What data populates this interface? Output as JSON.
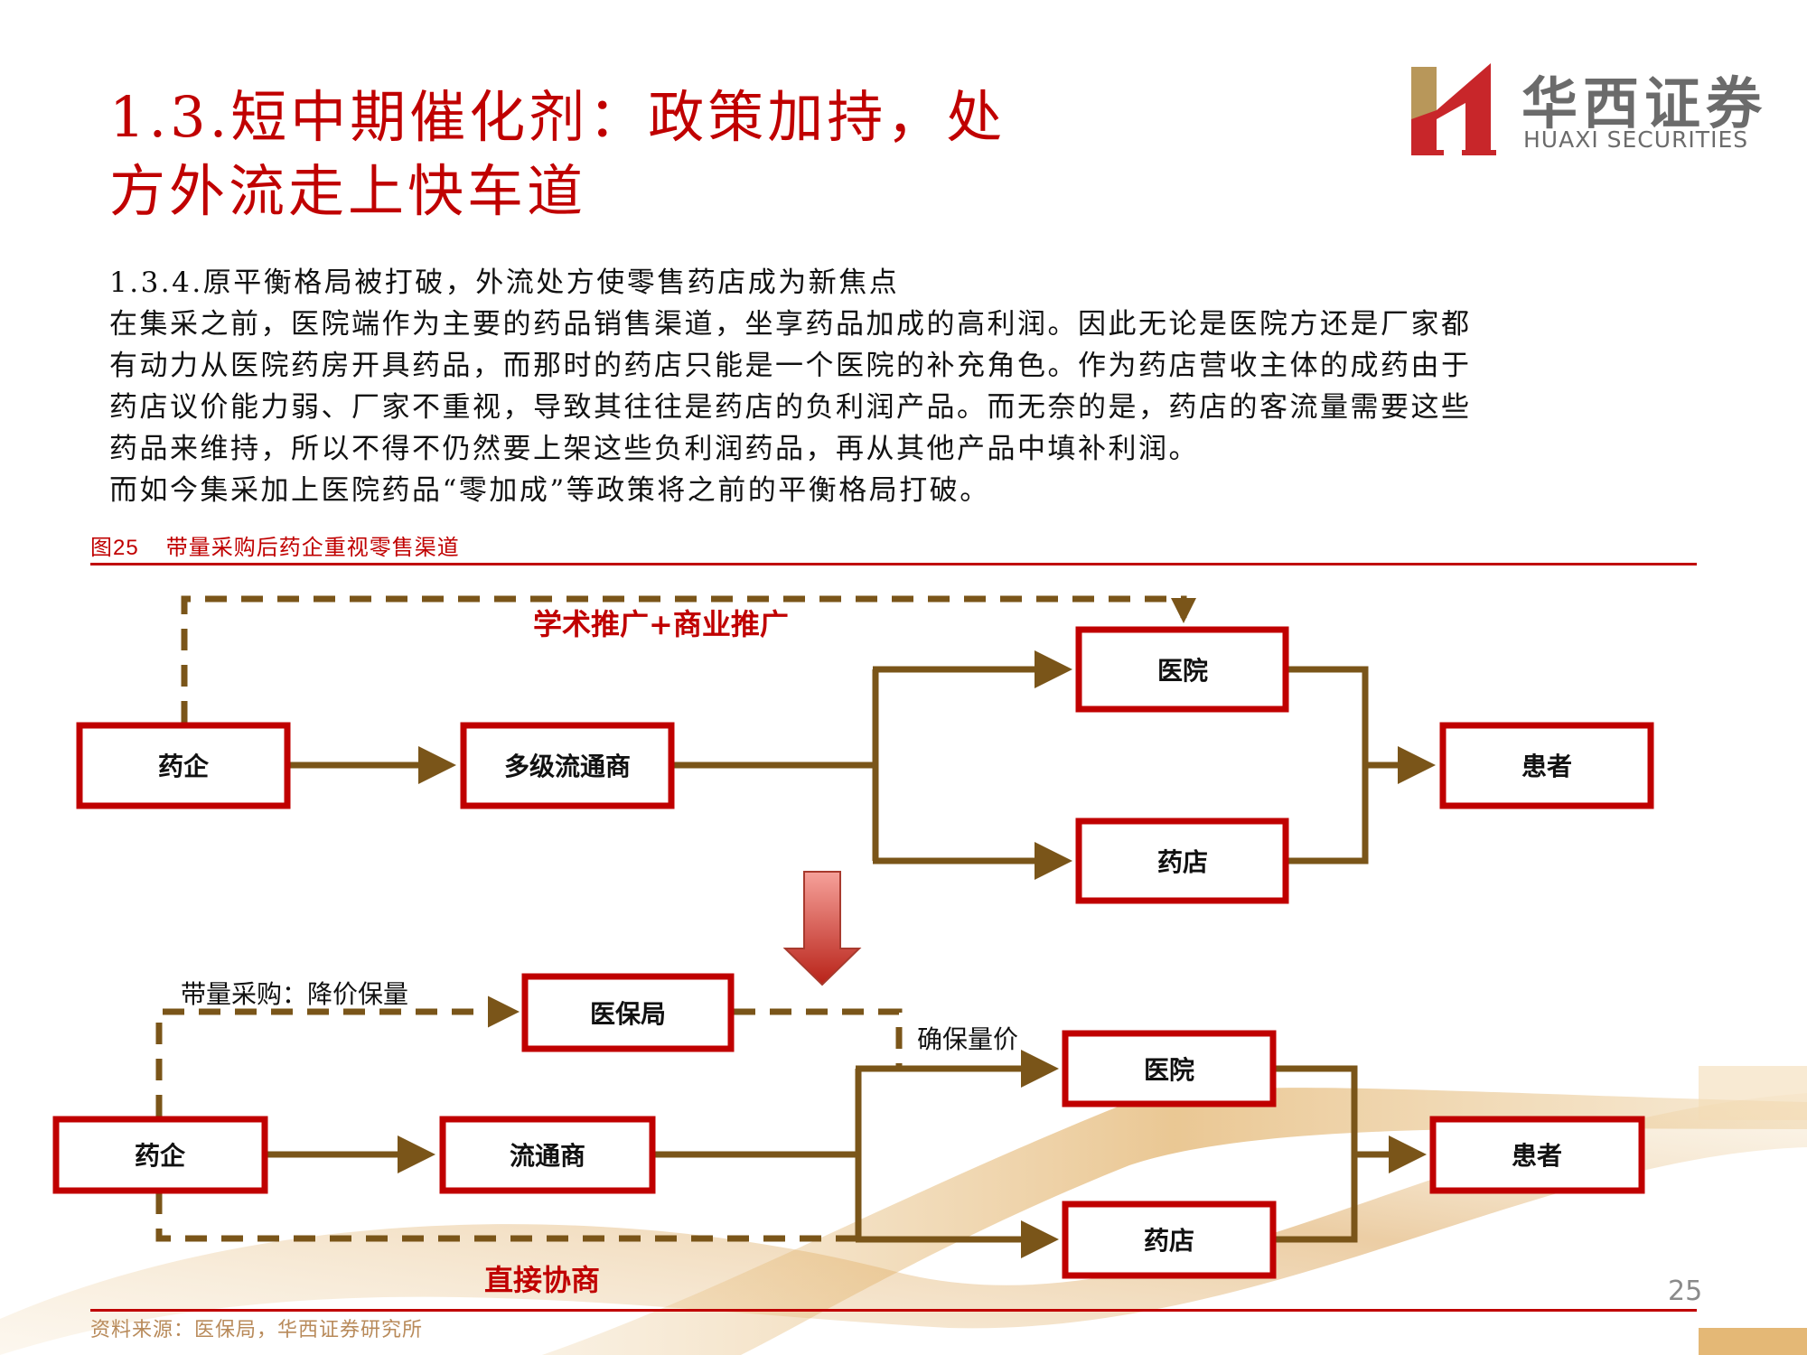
{
  "header": {
    "title_line1": "1.3.短中期催化剂：政策加持，处",
    "title_line2": "方外流走上快车道",
    "logo": {
      "chinese": "华西证券",
      "english": "HUAXI SECURITIES",
      "colors": {
        "gold": "#b8975a",
        "red": "#c8262a",
        "text": "#6b6b6b"
      }
    }
  },
  "body": {
    "subheading": "1.3.4.原平衡格局被打破，外流处方使零售药店成为新焦点",
    "lines": [
      "在集采之前，医院端作为主要的药品销售渠道，坐享药品加成的高利润。因此无论是医院方还是厂家都",
      "有动力从医院药房开具药品，而那时的药店只能是一个医院的补充角色。作为药店营收主体的成药由于",
      "药店议价能力弱、厂家不重视，导致其往往是药店的负利润产品。而无奈的是，药店的客流量需要这些",
      "药品来维持，所以不得不仍然要上架这些负利润药品，再从其他产品中填补利润。",
      "而如今集采加上医院药品“零加成”等政策将之前的平衡格局打破。"
    ]
  },
  "figure": {
    "number": "图25",
    "caption": "带量采购后药企重视零售渠道",
    "colors": {
      "box_border": "#c00000",
      "connector": "#7a5519",
      "label_red": "#c00000",
      "arrow_red": "#d9473f"
    },
    "before": {
      "nodes": {
        "pharma": "药企",
        "distributor": "多级流通商",
        "hospital": "医院",
        "pharmacy": "药店",
        "patient": "患者"
      },
      "dashed_label": "学术推广+商业推广"
    },
    "transition_arrow": "down-arrow-icon",
    "after": {
      "nodes": {
        "insurance_bureau": "医保局",
        "pharma": "药企",
        "distributor": "流通商",
        "hospital": "医院",
        "pharmacy": "药店",
        "patient": "患者"
      },
      "procurement_label": "带量采购：降价保量",
      "guarantee_label": "确保量价",
      "direct_label": "直接协商"
    }
  },
  "footer": {
    "source": "资料来源：医保局，华西证券研究所",
    "page_number": "25"
  }
}
